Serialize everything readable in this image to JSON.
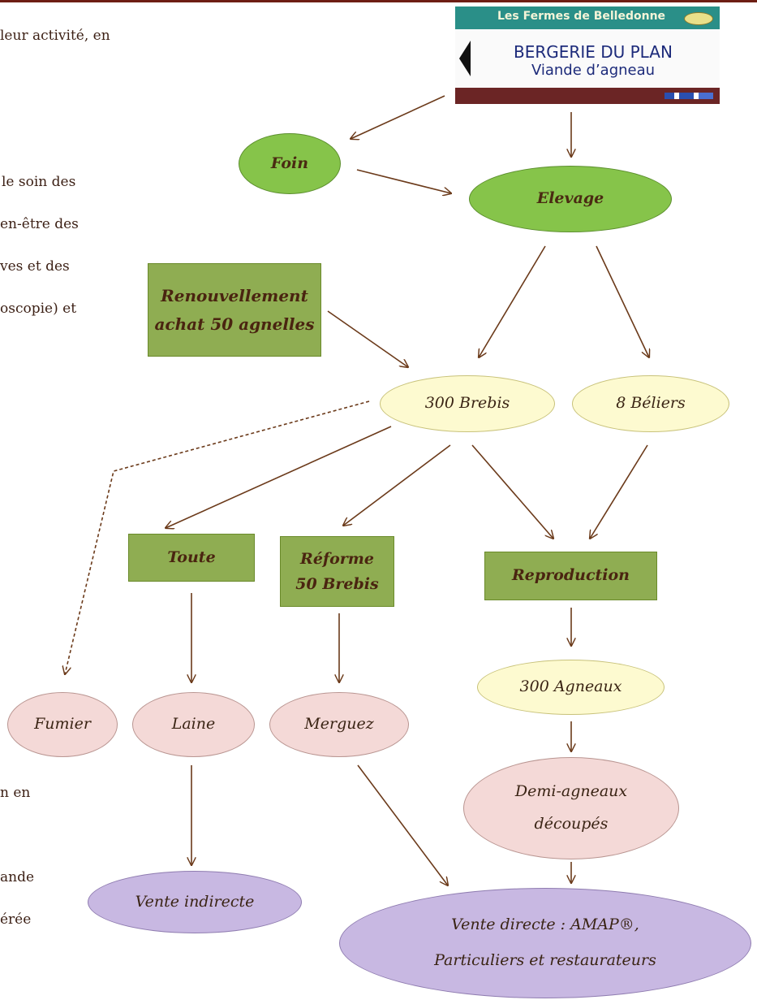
{
  "background_text": [
    "leur activité, en",
    "le soin des",
    "en-être des",
    "ves et des",
    "oscopie) et",
    "n en",
    "ande",
    "érée"
  ],
  "sign": {
    "brand": "Les Fermes de Belledonne",
    "title": "BERGERIE DU PLAN",
    "subtitle": "Viande d’agneau"
  },
  "nodes": {
    "foin": "Foin",
    "elevage": "Elevage",
    "renouvellement_1": "Renouvellement",
    "renouvellement_2": "achat 50 agnelles",
    "brebis": "300 Brebis",
    "beliers": "8 Béliers",
    "toute": "Toute",
    "reforme_1": "Réforme",
    "reforme_2": "50 Brebis",
    "reproduction": "Reproduction",
    "agneaux": "300 Agneaux",
    "fumier": "Fumier",
    "laine": "Laine",
    "merguez": "Merguez",
    "demi_1": "Demi-agneaux",
    "demi_2": "découpés",
    "vente_indirecte": "Vente indirecte",
    "vente_directe_1": "Vente directe : AMAP®,",
    "vente_directe_2": "Particuliers et restaurateurs"
  },
  "colors": {
    "arrow": "#6b3a1a",
    "green": "#86c44a",
    "yellow": "#fdfad0",
    "pink": "#f4d9d7",
    "purple": "#c8b8e2"
  }
}
